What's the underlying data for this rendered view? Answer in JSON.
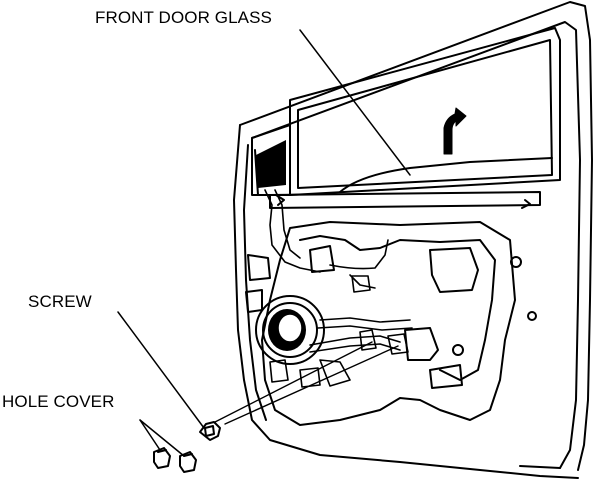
{
  "diagram": {
    "labels": {
      "front_door_glass": "FRONT DOOR GLASS",
      "screw": "SCREW",
      "hole_cover": "HOLE COVER"
    },
    "colors": {
      "line": "#000000",
      "background": "#ffffff"
    }
  }
}
